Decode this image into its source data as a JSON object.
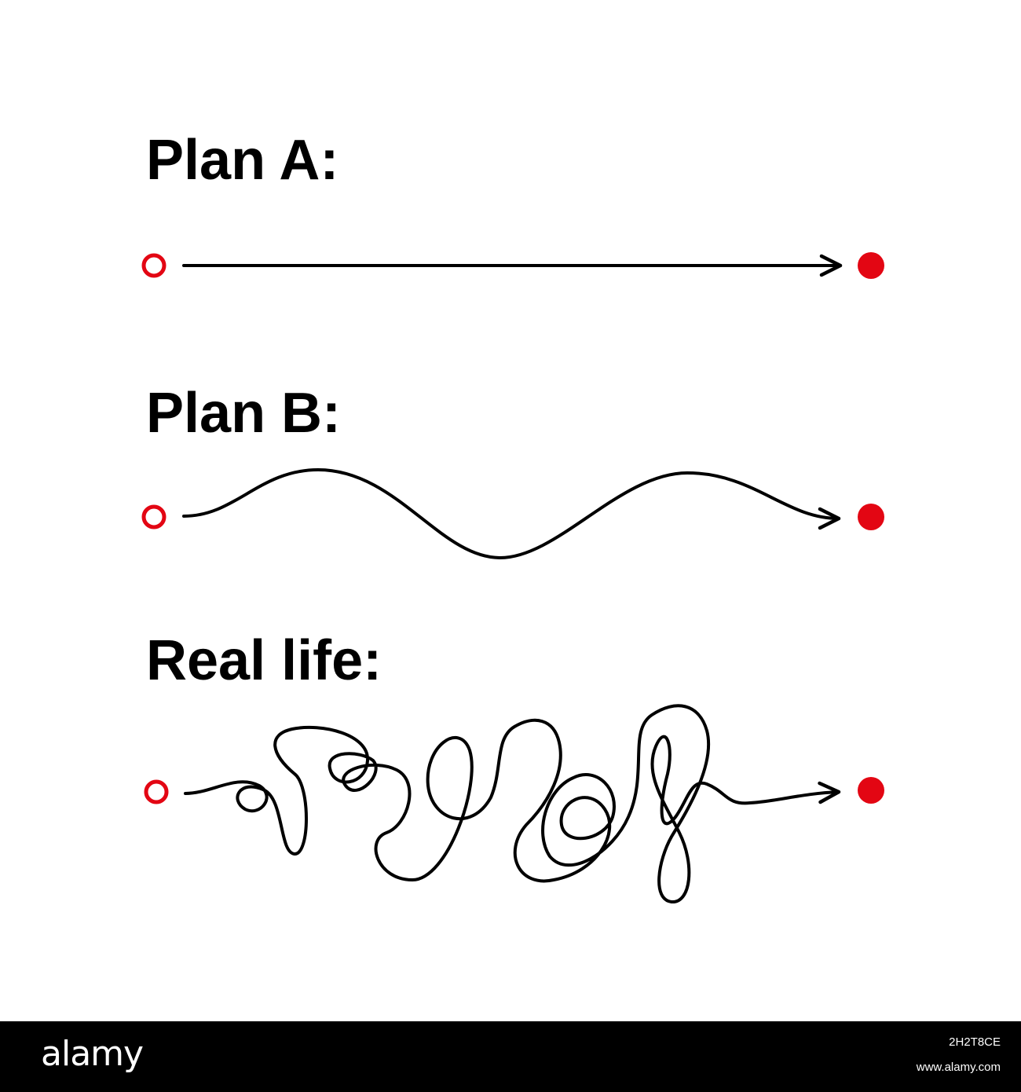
{
  "plans": [
    {
      "title": "Plan A:",
      "path_style": "straight"
    },
    {
      "title": "Plan B:",
      "path_style": "wave"
    },
    {
      "title": "Real life:",
      "path_style": "tangled"
    }
  ],
  "colors": {
    "start_marker": "#e30613",
    "end_marker": "#e30613",
    "line": "#000000",
    "background": "#ffffff",
    "footer": "#000000",
    "footer_text": "#ffffff"
  },
  "footer": {
    "brand": "alamy",
    "image_id": "2H2T8CE",
    "url": "www.alamy.com"
  }
}
